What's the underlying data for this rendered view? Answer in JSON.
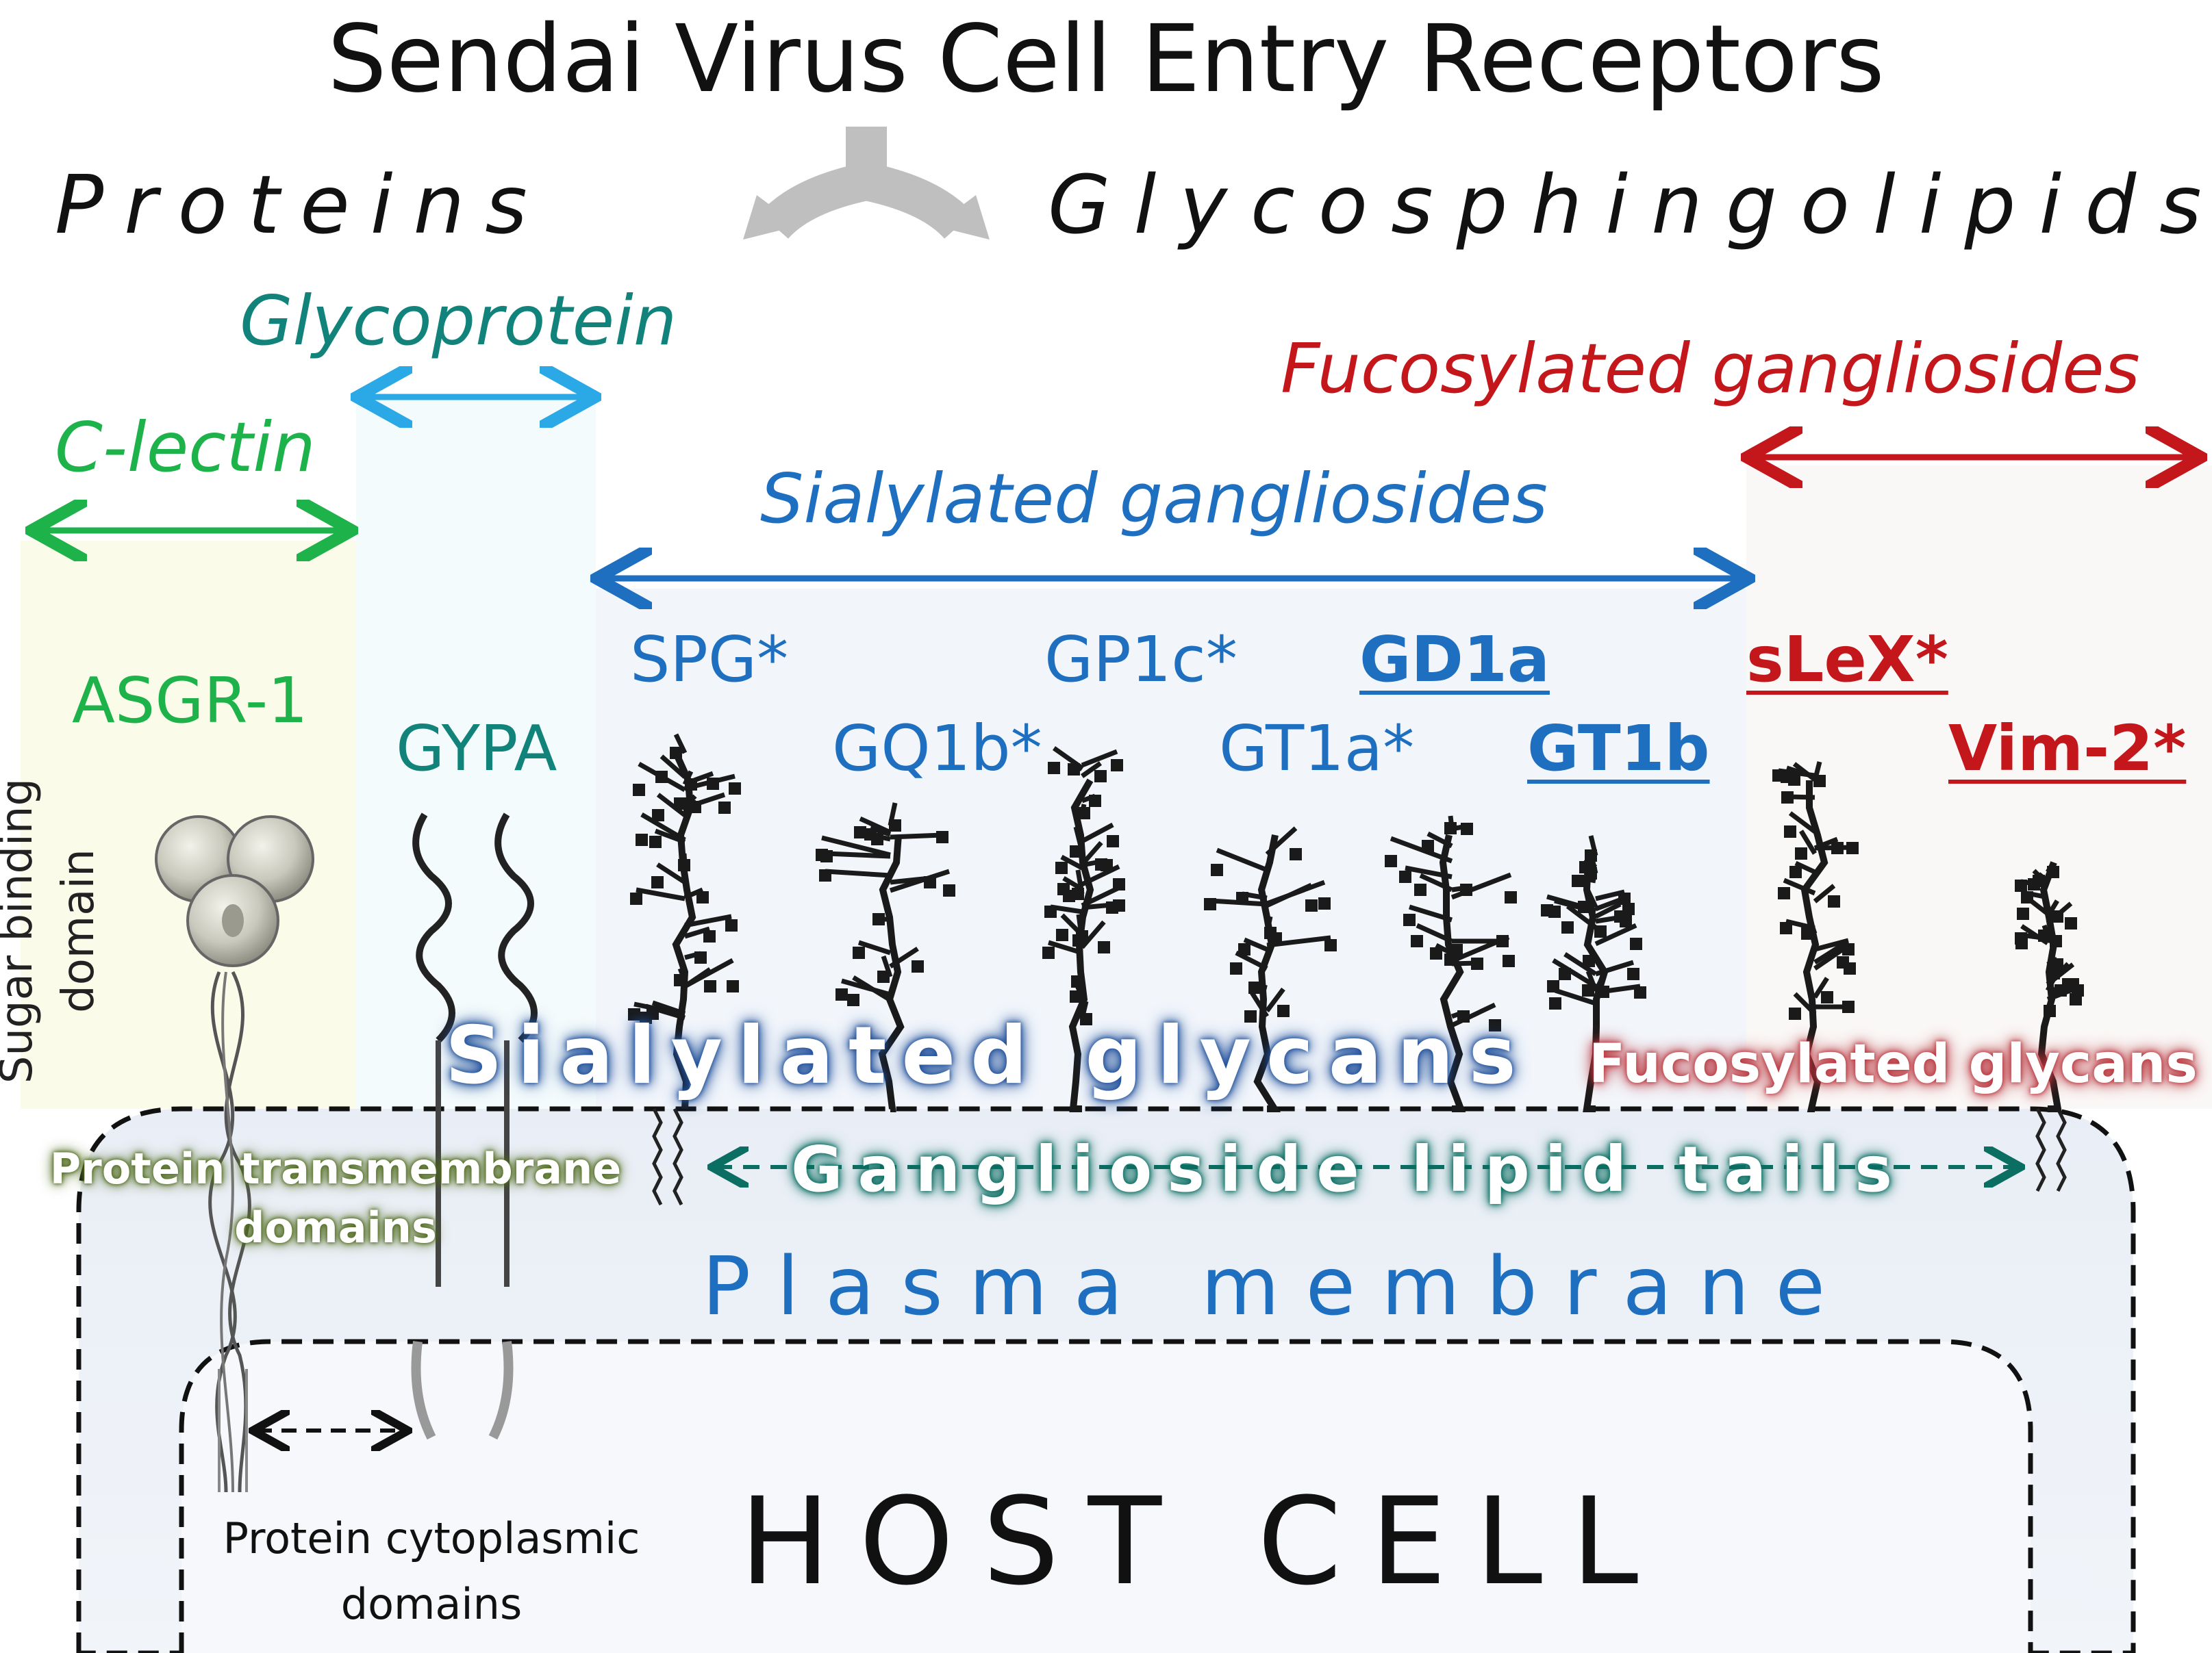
{
  "title": "Sendai Virus Cell Entry Receptors",
  "categories": {
    "left": "Proteins",
    "right": "Glycosphingolipids"
  },
  "groups": {
    "glycoprotein": "Glycoprotein",
    "c_lectin": "C-lectin",
    "sialylated_gangliosides": "Sialylated gangliosides",
    "fucosylated_gangliosides": "Fucosylated gangliosides"
  },
  "receptors": {
    "asgr1": "ASGR-1",
    "gypa": "GYPA",
    "spg": "SPG*",
    "gq1b": "GQ1b*",
    "gp1c": "GP1c*",
    "gt1a": "GT1a*",
    "gd1a": "GD1a",
    "gt1b": "GT1b",
    "slex": "sLeX*",
    "vim2": "Vim-2*"
  },
  "annotations": {
    "sugar_binding_domain": [
      "Sugar binding",
      "domain"
    ],
    "sialylated_glycans": "Sialylated glycans",
    "fucosylated_glycans": "Fucosylated glycans",
    "protein_transmembrane_domains": [
      "Protein transmembrane",
      "domains"
    ],
    "ganglioside_lipid_tails": "Ganglioside lipid tails",
    "plasma_membrane": "Plasma membrane",
    "protein_cytoplasmic_domains": [
      "Protein cytoplasmic",
      "domains"
    ],
    "host_cell": "HOST CELL"
  },
  "colors": {
    "clectin_green": "#1db34a",
    "glycoprotein_teal": "#12837a",
    "gp_arrow_cyan": "#2aa9e6",
    "sialylated_blue": "#1f6fc1",
    "fucosylated_red": "#c4171c",
    "teal_dark": "#0b6e62",
    "olive": "#4f6a1c"
  }
}
